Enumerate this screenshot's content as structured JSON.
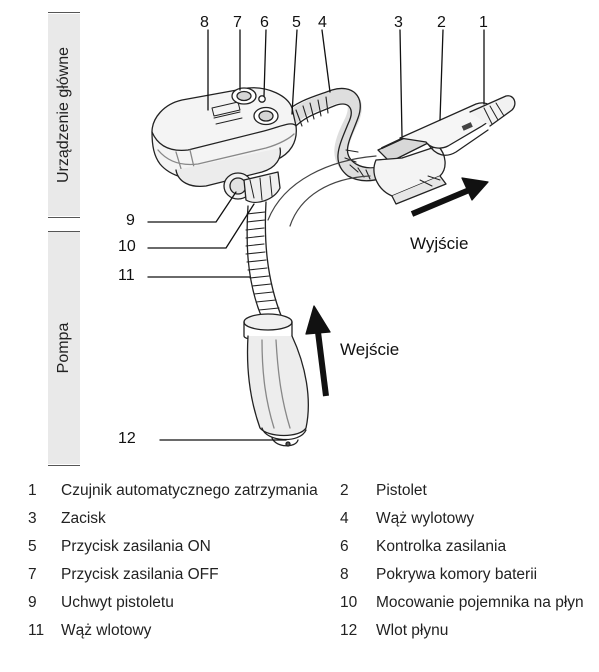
{
  "sidebar": {
    "top_label": "Urządzenie główne",
    "bottom_label": "Pompa"
  },
  "callouts": {
    "c1": "1",
    "c2": "2",
    "c3": "3",
    "c4": "4",
    "c5": "5",
    "c6": "6",
    "c7": "7",
    "c8": "8",
    "c9": "9",
    "c10": "10",
    "c11": "11",
    "c12": "12"
  },
  "flow": {
    "output_label": "Wyjście",
    "input_label": "Wejście"
  },
  "legend": [
    {
      "num_a": "1",
      "text_a": "Czujnik automatycznego zatrzymania",
      "num_b": "2",
      "text_b": "Pistolet"
    },
    {
      "num_a": "3",
      "text_a": "Zacisk",
      "num_b": "4",
      "text_b": "Wąż wylotowy"
    },
    {
      "num_a": "5",
      "text_a": "Przycisk zasilania ON",
      "num_b": "6",
      "text_b": "Kontrolka zasilania"
    },
    {
      "num_a": "7",
      "text_a": "Przycisk zasilania OFF",
      "num_b": "8",
      "text_b": "Pokrywa komory baterii"
    },
    {
      "num_a": "9",
      "text_a": "Uchwyt pistoletu",
      "num_b": "10",
      "text_b": "Mocowanie pojemnika na płyn"
    },
    {
      "num_a": "11",
      "text_a": "Wąż wlotowy",
      "num_b": "12",
      "text_b": "Wlot płynu"
    }
  ]
}
